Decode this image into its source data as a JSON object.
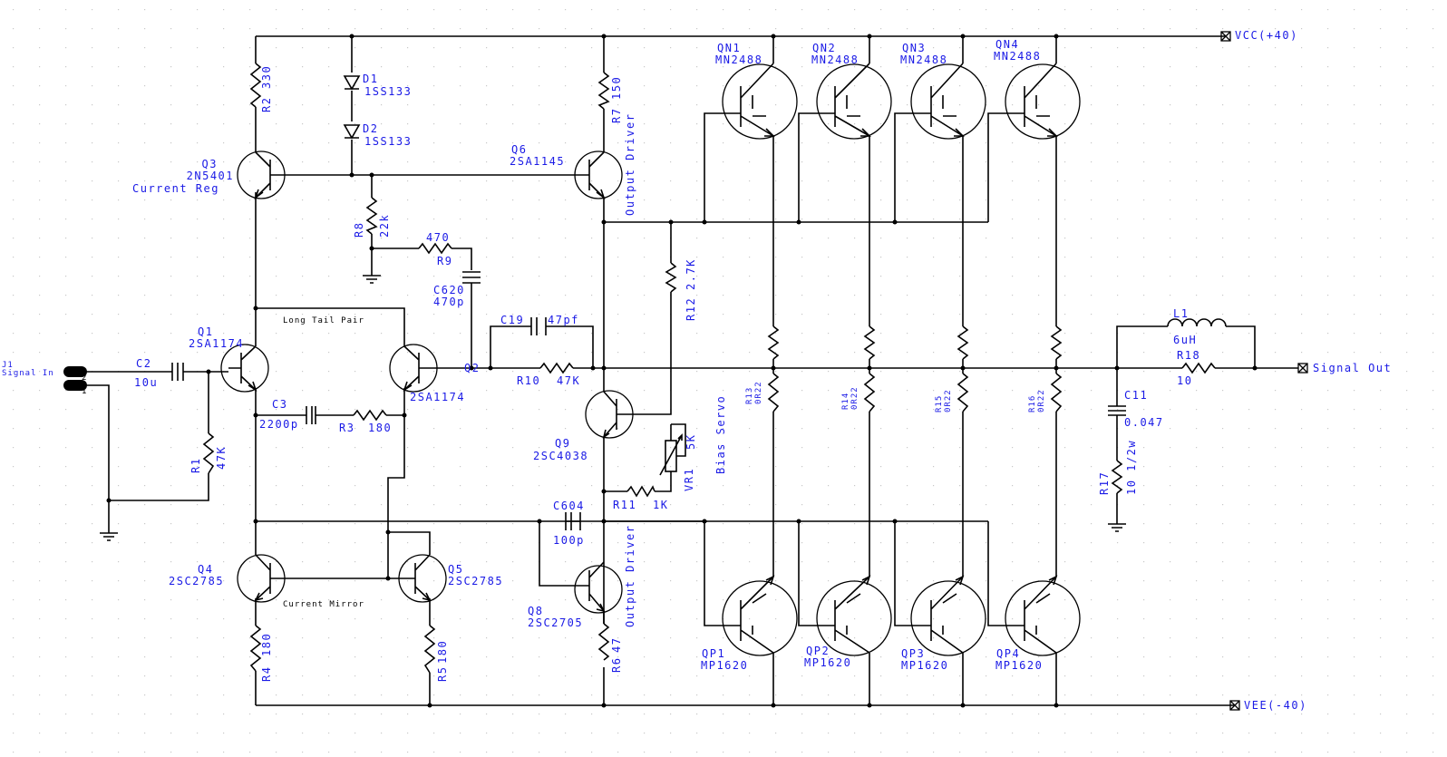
{
  "ports": {
    "vcc": "VCC(+40)",
    "vee": "VEE(-40)",
    "signal_out": "Signal Out",
    "signal_in_ref": "J1",
    "signal_in": "Signal In",
    "pin1": "1",
    "pin2": "2"
  },
  "groups": {
    "current_reg": "Current Reg",
    "long_tail_pair": "Long Tail Pair",
    "current_mirror": "Current Mirror",
    "output_driver_top": "Output Driver",
    "output_driver_bottom": "Output Driver",
    "bias_servo": "Bias Servo"
  },
  "transistors": {
    "q1": {
      "ref": "Q1",
      "part": "2SA1174"
    },
    "q2": {
      "ref": "Q2",
      "part": "2SA1174"
    },
    "q3": {
      "ref": "Q3",
      "part": "2N5401"
    },
    "q4": {
      "ref": "Q4",
      "part": "2SC2785"
    },
    "q5": {
      "ref": "Q5",
      "part": "2SC2785"
    },
    "q6": {
      "ref": "Q6",
      "part": "2SA1145"
    },
    "q8": {
      "ref": "Q8",
      "part": "2SC2705"
    },
    "q9": {
      "ref": "Q9",
      "part": "2SC4038"
    },
    "qn1": {
      "ref": "QN1",
      "part": "MN2488"
    },
    "qn2": {
      "ref": "QN2",
      "part": "MN2488"
    },
    "qn3": {
      "ref": "QN3",
      "part": "MN2488"
    },
    "qn4": {
      "ref": "QN4",
      "part": "MN2488"
    },
    "qp1": {
      "ref": "QP1",
      "part": "MP1620"
    },
    "qp2": {
      "ref": "QP2",
      "part": "MP1620"
    },
    "qp3": {
      "ref": "QP3",
      "part": "MP1620"
    },
    "qp4": {
      "ref": "QP4",
      "part": "MP1620"
    }
  },
  "resistors": {
    "r1": {
      "ref": "R1",
      "value": "47K"
    },
    "r2": {
      "ref": "R2",
      "value": "330"
    },
    "r3": {
      "ref": "R3",
      "value": "180"
    },
    "r4": {
      "ref": "R4",
      "value": "180"
    },
    "r5": {
      "ref": "R5",
      "value": "180"
    },
    "r6": {
      "ref": "R6",
      "value": "47"
    },
    "r7": {
      "ref": "R7",
      "value": "150"
    },
    "r8": {
      "ref": "R8",
      "value": "22k"
    },
    "r9": {
      "ref": "R9",
      "value": "470"
    },
    "r10": {
      "ref": "R10",
      "value": "47K"
    },
    "r11": {
      "ref": "R11",
      "value": "1K"
    },
    "r12": {
      "ref": "R12",
      "value": "2.7K"
    },
    "r13": {
      "ref": "R13",
      "value": "0R22"
    },
    "r14": {
      "ref": "R14",
      "value": "0R22"
    },
    "r15": {
      "ref": "R15",
      "value": "0R22"
    },
    "r16": {
      "ref": "R16",
      "value": "0R22"
    },
    "r17": {
      "ref": "R17",
      "value": "10 1/2w"
    },
    "r18": {
      "ref": "R18",
      "value": "10"
    }
  },
  "capacitors": {
    "c2": {
      "ref": "C2",
      "value": "10u"
    },
    "c3": {
      "ref": "C3",
      "value": "2200p"
    },
    "c11": {
      "ref": "C11",
      "value": "0.047"
    },
    "c19": {
      "ref": "C19",
      "value": "47pf"
    },
    "c604": {
      "ref": "C604",
      "value": "100p"
    },
    "c620": {
      "ref": "C620",
      "value": "470p"
    }
  },
  "diodes": {
    "d1": {
      "ref": "D1",
      "part": "1SS133"
    },
    "d2": {
      "ref": "D2",
      "part": "1SS133"
    }
  },
  "others": {
    "vr1": {
      "ref": "VR1",
      "value": "5K"
    },
    "l1": {
      "ref": "L1",
      "value": "6uH"
    }
  },
  "colors": {
    "label": "#1a1ae6",
    "wire": "#000000",
    "grid": "#c8c8c8",
    "background": "#ffffff"
  }
}
